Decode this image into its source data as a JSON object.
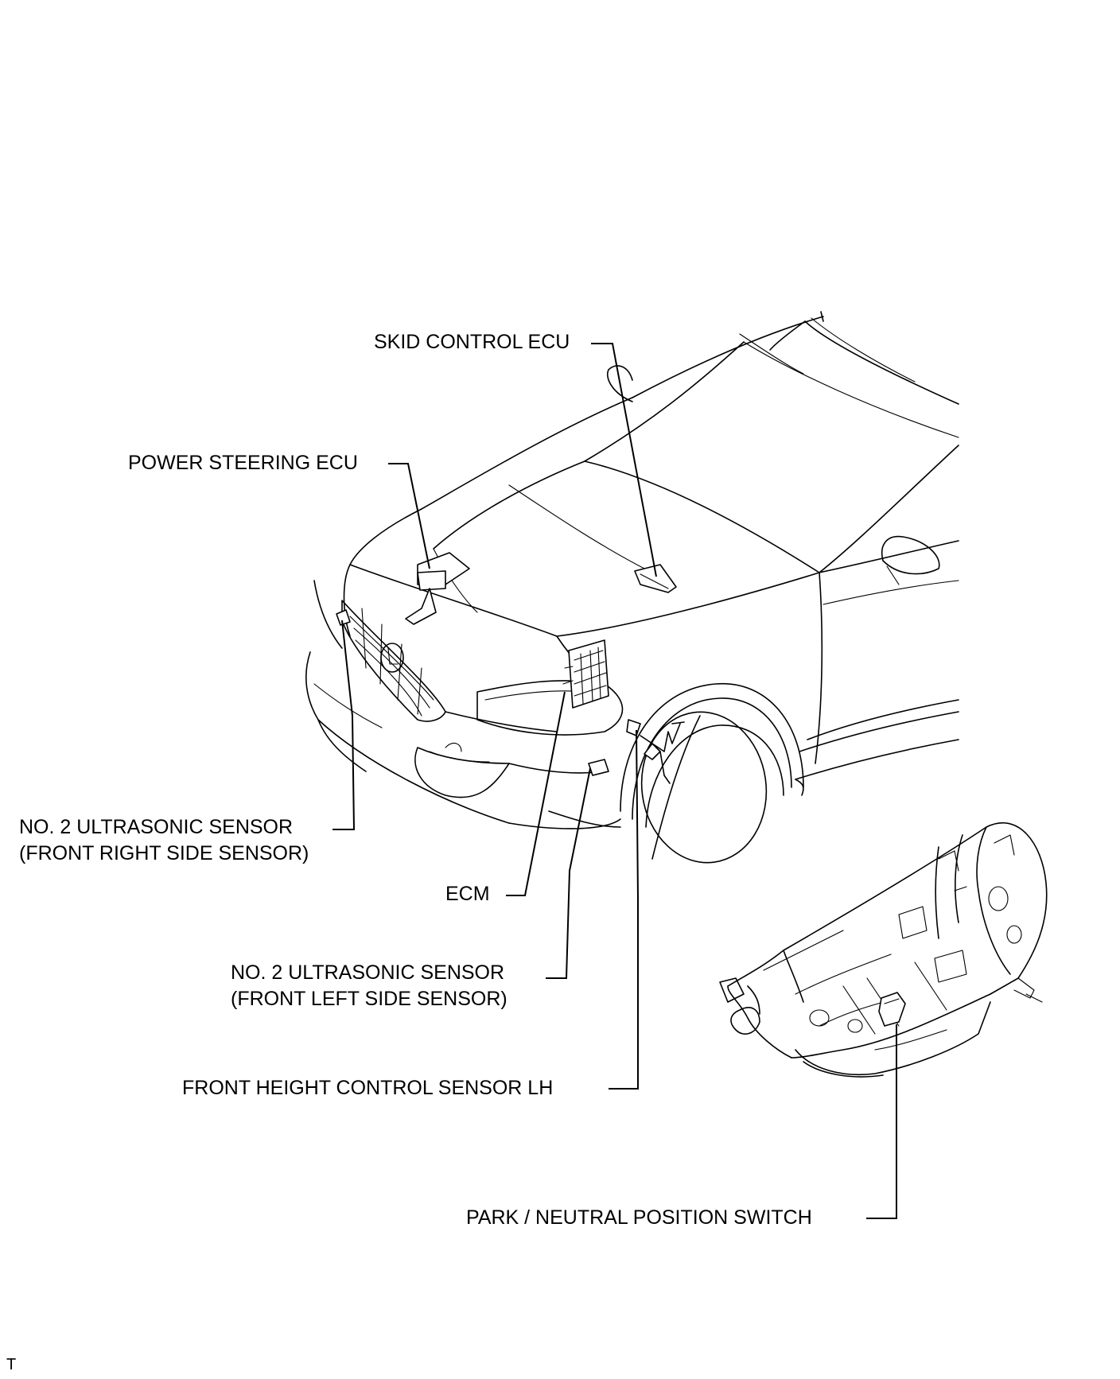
{
  "labels": {
    "skid_control_ecu": "SKID CONTROL ECU",
    "power_steering_ecu": "POWER STEERING ECU",
    "front_right_sensor": [
      "NO. 2 ULTRASONIC SENSOR",
      "(FRONT RIGHT SIDE SENSOR)"
    ],
    "ecm": "ECM",
    "front_left_sensor": [
      "NO. 2 ULTRASONIC SENSOR",
      "(FRONT LEFT SIDE SENSOR)"
    ],
    "front_height_sensor": "FRONT HEIGHT CONTROL SENSOR LH",
    "park_neutral_switch": "PARK / NEUTRAL POSITION SWITCH"
  },
  "corner_mark": "T"
}
